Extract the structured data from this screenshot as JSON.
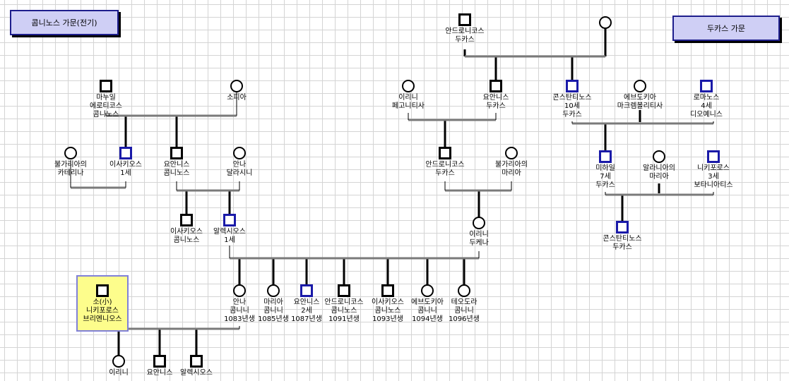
{
  "houses": {
    "komnenos": "콤니노스 가문(전기)",
    "doukas": "두카스 가문"
  },
  "people": {
    "andronikos_doukas_top": [
      "안드로니코스",
      "두카스"
    ],
    "andronikos_wife": [],
    "manuel": [
      "마누일",
      "에로티코스",
      "콤니노스"
    ],
    "sophia": [
      "소피아"
    ],
    "irini_pegonitissa": [
      "이리니",
      "페고니티사"
    ],
    "ioannis_doukas": [
      "요안니스",
      "두카스"
    ],
    "konstantinos_x": [
      "콘스탄티노스",
      "10세",
      "두카스"
    ],
    "evdokia": [
      "에브도키아",
      "마크렘볼리티사"
    ],
    "romanos_iv": [
      "로마노스",
      "4세",
      "디오예니스"
    ],
    "ekaterina": [
      "불가리아의",
      "카테리나"
    ],
    "isaakios_i": [
      "이사키오스",
      "1세"
    ],
    "ioannis_komnenos": [
      "요안니스",
      "콤니노스"
    ],
    "anna_dalassini": [
      "안나",
      "달라시니"
    ],
    "andronikos_doukas_mid": [
      "안드로니코스",
      "두카스"
    ],
    "maria_bulgaria": [
      "불가리아의",
      "마리아"
    ],
    "mikhail_vii": [
      "미하일",
      "7세",
      "두카스"
    ],
    "maria_alania": [
      "알라니아의",
      "마리아"
    ],
    "nikiforos_iii": [
      "니키포로스",
      "3세",
      "보타니아티스"
    ],
    "isaakios_komnenos": [
      "이사키오스",
      "콤니노스"
    ],
    "alexios_i": [
      "알렉시오스",
      "1세"
    ],
    "irini_doukaina": [
      "이리니",
      "두케나"
    ],
    "konstantinos_doukas": [
      "콘스탄티노스",
      "두카스"
    ],
    "anna_komnini": [
      "안나",
      "콤니니",
      "1083년생"
    ],
    "maria_komnini": [
      "마리아",
      "콤니니",
      "1085년생"
    ],
    "ioannis_ii": [
      "요안니스",
      "2세",
      "1087년생"
    ],
    "andronikos_komnenos": [
      "안드로니코스",
      "콤니노스",
      "1091년생"
    ],
    "isaakios_komnenos_jr": [
      "이사키오스",
      "콤니노스",
      "1093년생"
    ],
    "evdokia_komnini": [
      "에브도키아",
      "콤니니",
      "1094년생"
    ],
    "theodora_komnini": [
      "테오도라",
      "콤니니",
      "1096년생"
    ],
    "nikiforos_bryennios": [
      "소(小)",
      "니키포로스",
      "브리엔니오스"
    ],
    "irini_child": [
      "이리니"
    ],
    "ioannis_child": [
      "요안니스"
    ],
    "alexios_child": [
      "알렉시오스"
    ]
  },
  "colors": {
    "emperor_outline": "#1a1aa8",
    "highlight_fill": "#fdfd8c",
    "house_box_fill": "#cfcff5"
  }
}
